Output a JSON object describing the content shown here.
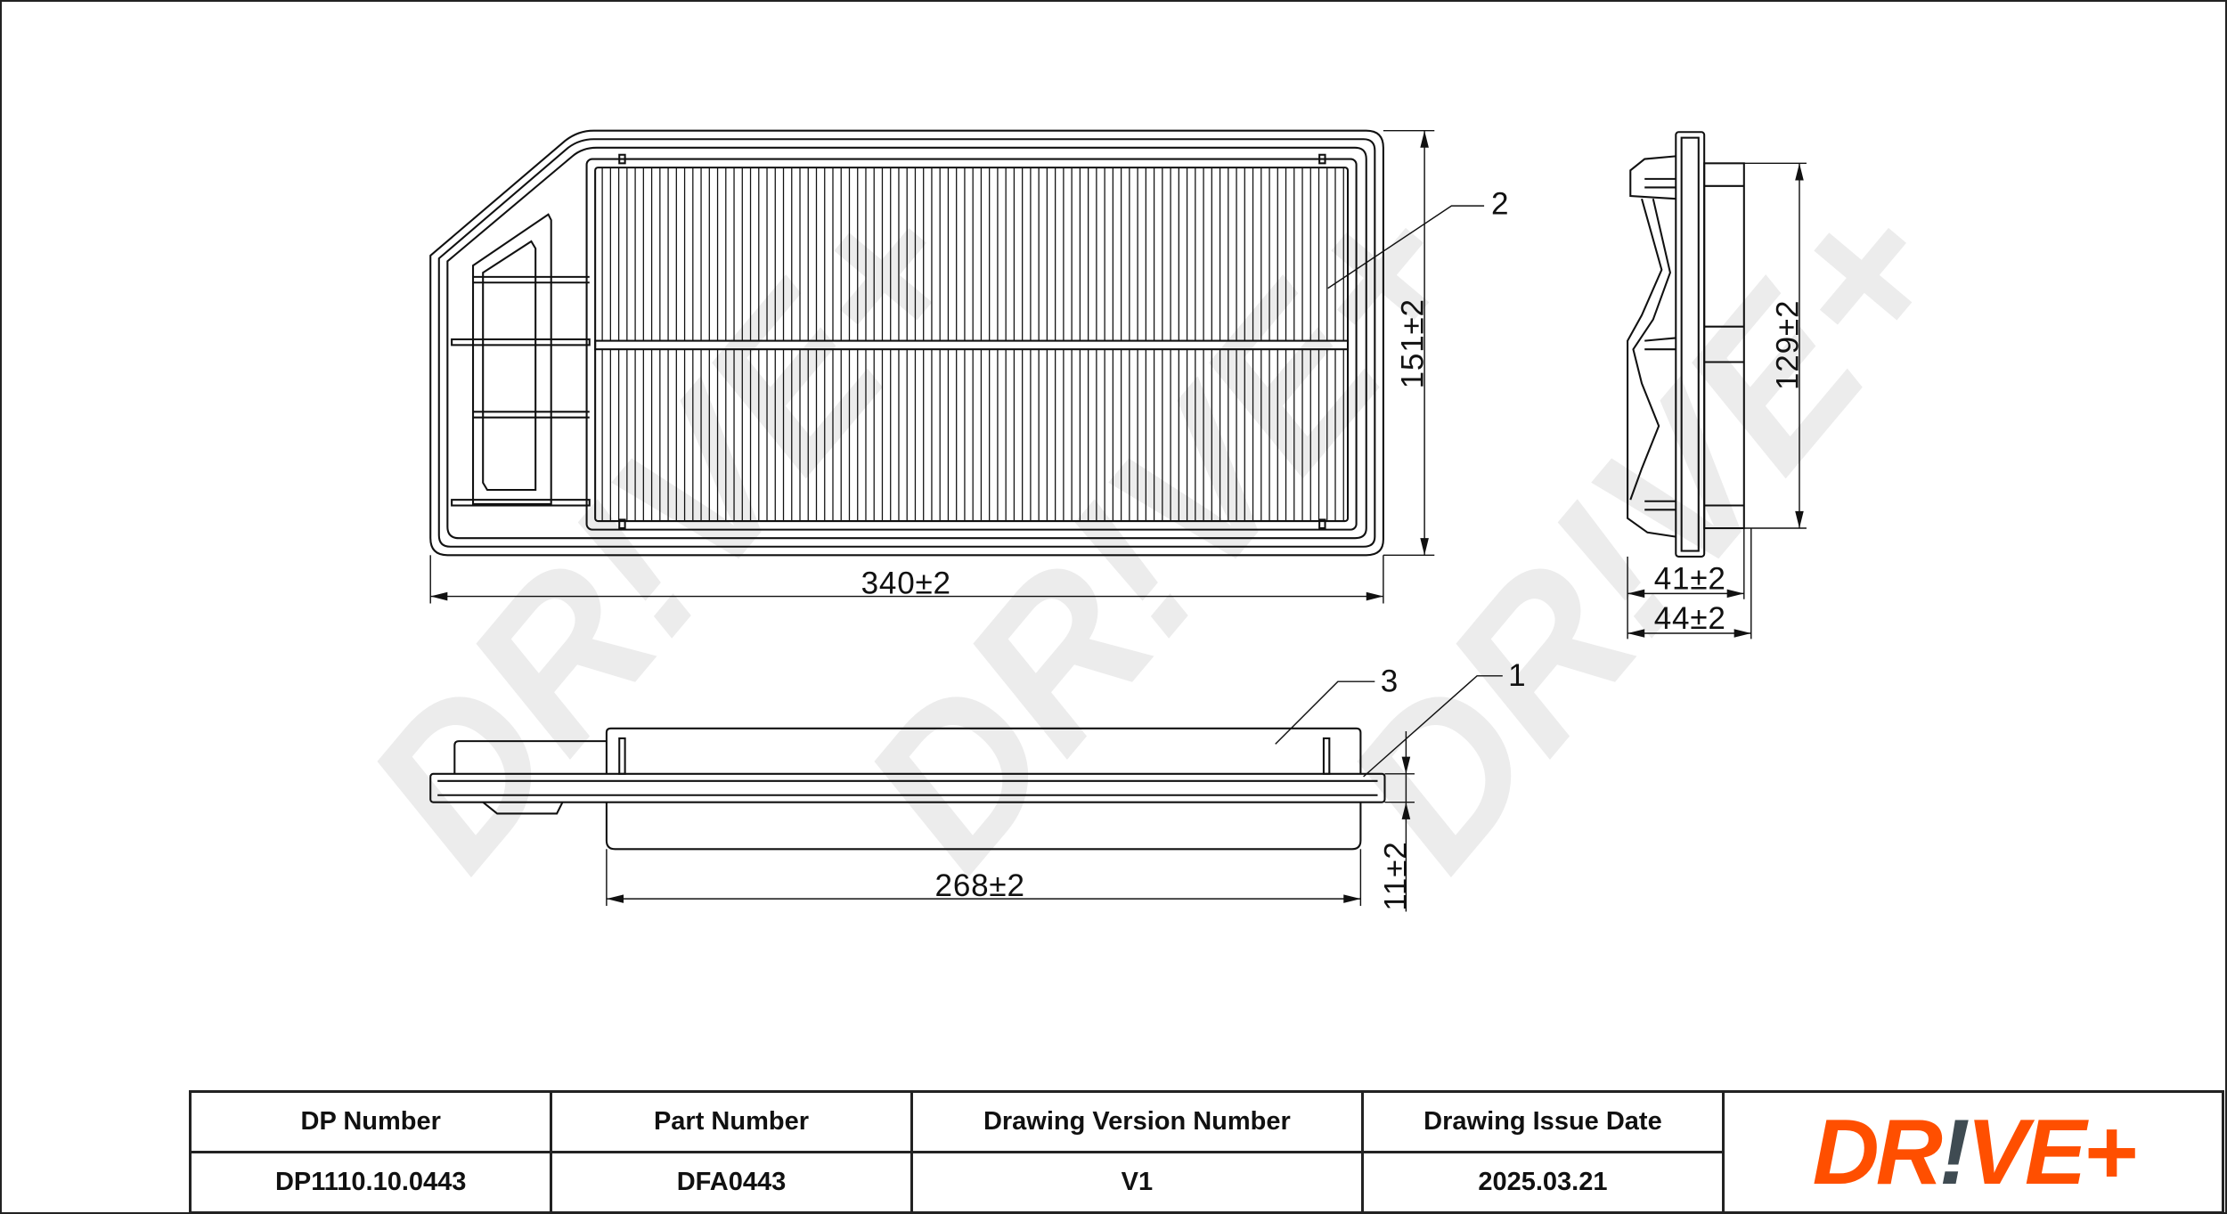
{
  "drawing": {
    "dimensions": {
      "length": "340±2",
      "width": "151±2",
      "side_height": "129±2",
      "side_depth_inner": "41±2",
      "side_depth_outer": "44±2",
      "bottom_length": "268±2",
      "thickness": "11±2"
    },
    "callouts": {
      "seal": "1",
      "filter_media": "2",
      "frame": "3"
    },
    "watermark": "DR!VE+"
  },
  "title_block": {
    "headers": [
      "DP Number",
      "Part Number",
      "Drawing Version Number",
      "Drawing Issue Date"
    ],
    "values": [
      "DP1110.10.0443",
      "DFA0443",
      "V1",
      "2025.03.21"
    ]
  },
  "logo": {
    "part1": "DR",
    "bang": "!",
    "part2": "VE+"
  },
  "colors": {
    "brand_orange": "#ff4f00",
    "brand_gray": "#3f4b52"
  }
}
